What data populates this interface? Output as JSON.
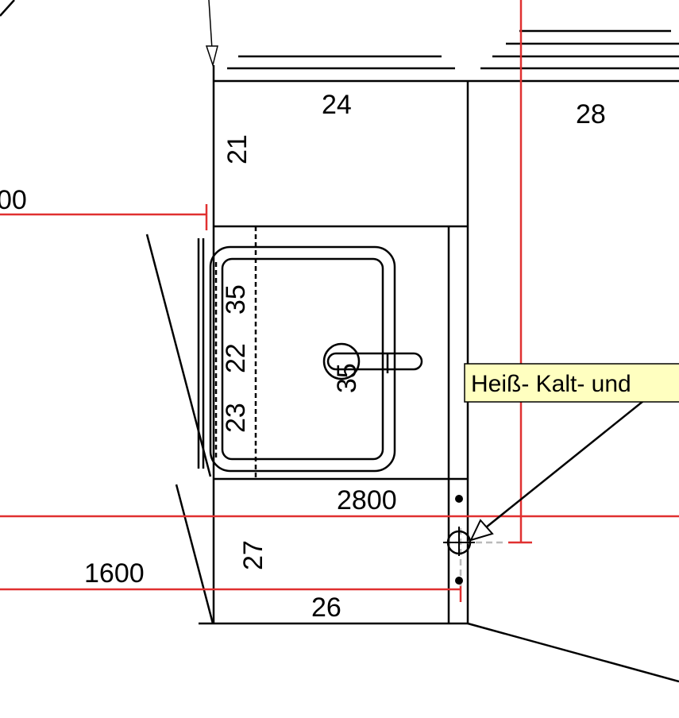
{
  "drawing": {
    "cabinet_labels": {
      "upper_left": "24",
      "upper_right": "28",
      "side_upper": "21",
      "sink_35_top": "35",
      "sink_22": "22",
      "sink_23": "23",
      "faucet_35": "35",
      "lower_left": "27",
      "lower_bottom": "26"
    },
    "dimensions": {
      "top_left_partial": "00",
      "width_2800": "2800",
      "left_1600": "1600"
    },
    "callout": {
      "text": "Heiß- Kalt- und",
      "background": "#ffffc0"
    },
    "colors": {
      "line": "#000000",
      "dimension": "#e03030",
      "hidden": "#bbbbbb"
    }
  }
}
